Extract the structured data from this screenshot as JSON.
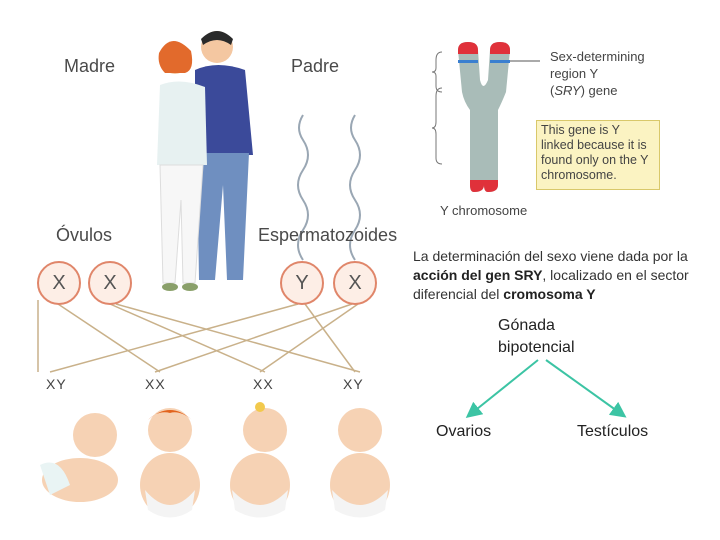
{
  "parents": {
    "mother": "Madre",
    "father": "Padre"
  },
  "gametes": {
    "ova_label": "Óvulos",
    "sperm_label": "Espermatozoides",
    "ova": [
      "X",
      "X"
    ],
    "sperm": [
      "Y",
      "X"
    ]
  },
  "offspring": [
    "XY",
    "XX",
    "XX",
    "XY"
  ],
  "chromosome": {
    "region_label": "Sex-determining region Y (SRY) gene",
    "region_line1": "Sex-determining",
    "region_line2": "region Y",
    "region_line3_gene_abbr": "SRY",
    "region_line3_rest": " gene",
    "note": "This gene is Y linked because it is found only on the Y chromosome.",
    "caption": "Y chromosome"
  },
  "description": {
    "part1": "La determinación del sexo viene dada por la ",
    "bold1": "acción del gen SRY",
    "part2": ", localizado en el sector diferencial del ",
    "bold2": "cromosoma Y"
  },
  "tree": {
    "root": "Gónada bipotencial",
    "root_line1": "Gónada",
    "root_line2": "bipotencial",
    "left": "Ovarios",
    "right": "Testículos"
  },
  "colors": {
    "tree_line": "#3cc4a4",
    "gamete_border": "#e0866a",
    "chromosome": "#a9bcb8",
    "centromere": "#e0313a",
    "sry_band": "#3a7fd0"
  }
}
